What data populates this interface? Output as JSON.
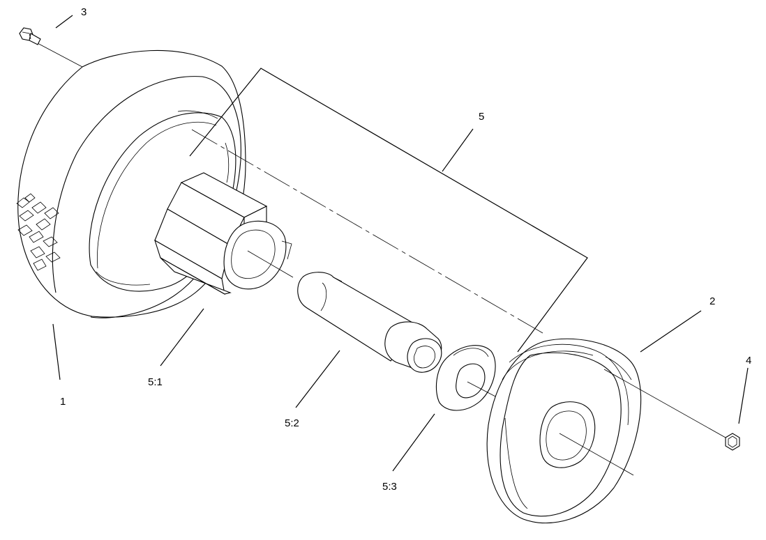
{
  "callouts": {
    "c1": "1",
    "c2": "2",
    "c3": "3",
    "c4": "4",
    "c5": "5",
    "c51": "5:1",
    "c52": "5:2",
    "c53": "5:3"
  },
  "parts": [
    "tire",
    "wheel-rim-half",
    "bolt",
    "nut",
    "hub-assembly",
    "hub",
    "axle-sleeve",
    "bearing-washer"
  ]
}
